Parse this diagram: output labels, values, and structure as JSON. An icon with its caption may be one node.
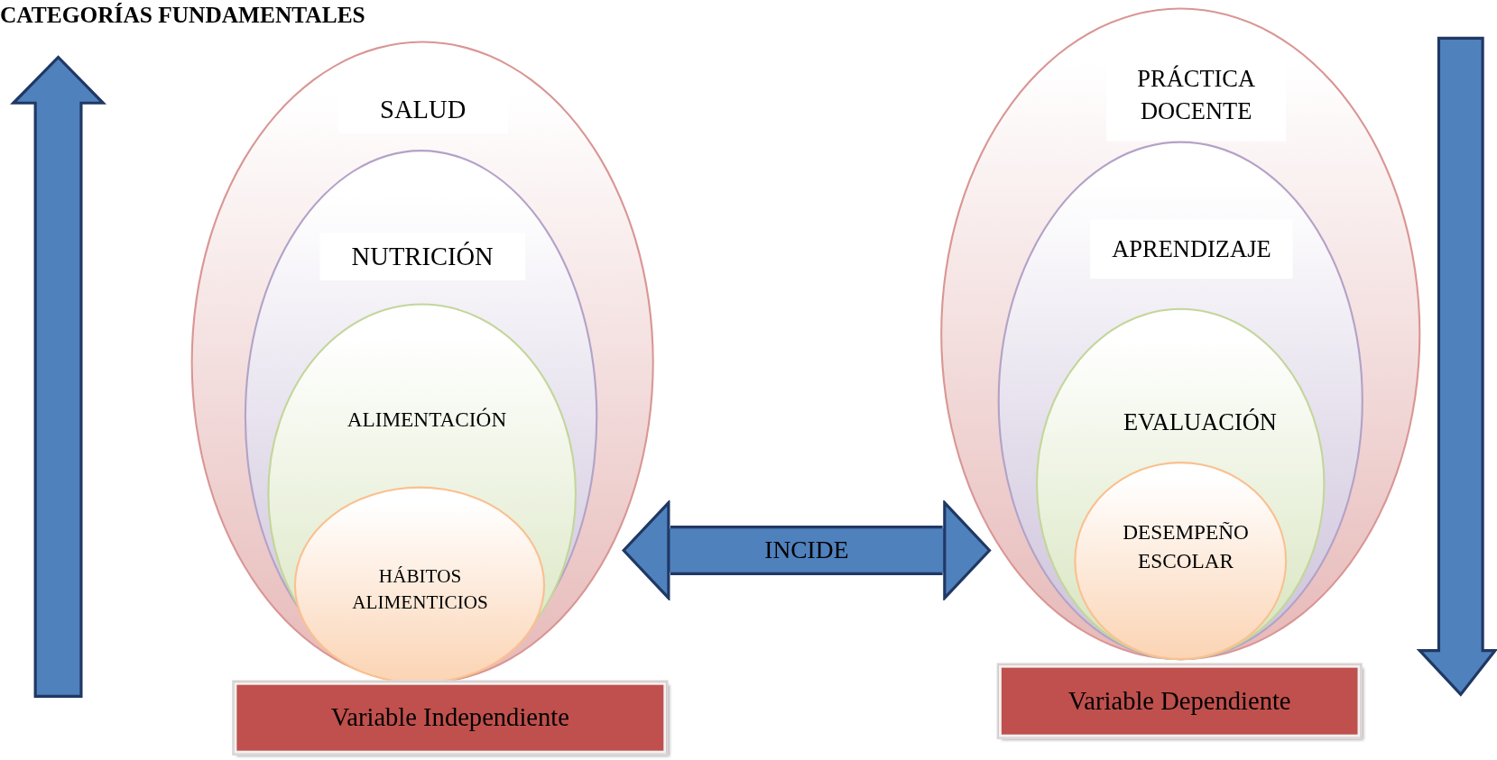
{
  "diagram": {
    "title": "CATEGORÍAS FUNDAMENTALES",
    "nodes": [
      {
        "text": [
          "SALUD"
        ]
      },
      {
        "text": [
          "NUTRICIÓN"
        ],
        "in": 0
      },
      {
        "text": [
          "ALIMENTACIÓN"
        ],
        "in": 1
      },
      {
        "text": [
          "HÁBITOS ALIMENTICIOS"
        ],
        "in": 2
      },
      {
        "text": [
          "Variable Independiente"
        ]
      },
      {
        "text": [
          "PRÁCTICA DOCENTE"
        ]
      },
      {
        "text": [
          "APRENDIZAJE"
        ],
        "in": 5
      },
      {
        "text": [
          "EVALUACIÓN"
        ],
        "in": 6
      },
      {
        "text": [
          "DESEMPEÑO ESCOLAR"
        ],
        "in": 7
      },
      {
        "text": [
          "Variable Dependiente"
        ]
      }
    ],
    "edges": [
      {
        "from": 0,
        "to": 5,
        "arrow": "both",
        "label": "INCIDE"
      }
    ]
  }
}
